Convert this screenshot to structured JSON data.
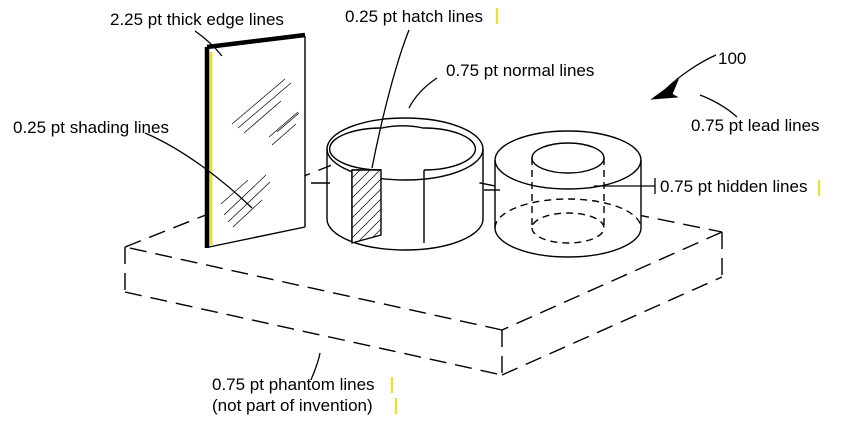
{
  "figure": {
    "title": "Patent drawing line-weight legend",
    "reference_numeral": "100",
    "background_color": "#ffffff",
    "stroke_color": "#000000",
    "highlight_color": "#e8e03a"
  },
  "labels": {
    "thick_edge": "2.25 pt thick edge lines",
    "hatch": "0.25 pt hatch lines",
    "normal": "0.75 pt normal lines",
    "shading": "0.25 pt shading lines",
    "lead": "0.75 pt lead lines",
    "hidden": "0.75 pt hidden lines",
    "phantom_line1": "0.75 pt phantom lines",
    "phantom_line2": "(not part of invention)",
    "numeral": "100"
  },
  "line_styles": {
    "thick_edge_pt": "2.25",
    "hatch_pt": "0.25",
    "shading_pt": "0.25",
    "normal_pt": "0.75",
    "lead_pt": "0.75",
    "hidden_pt": "0.75",
    "phantom_pt": "0.75"
  },
  "objects": {
    "plate": "glass-plate-with-shading",
    "c_ring": "c-shaped-hollow-cylinder-with-hatched-section",
    "tube": "hollow-cylinder-with-hidden-lines",
    "base": "phantom-line-base-slab"
  }
}
